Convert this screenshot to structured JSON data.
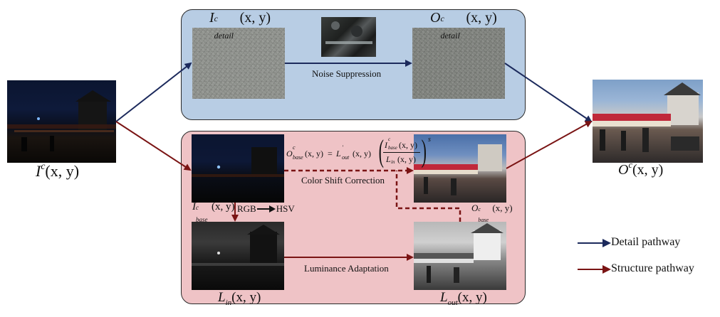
{
  "colors": {
    "detail_panel_bg": "#b8cde4",
    "structure_panel_bg": "#efc3c6",
    "detail_arrow": "#1c2a5c",
    "structure_arrow": "#7a1414"
  },
  "input": {
    "symbol": "I",
    "sup": "c",
    "args": "(x, y)"
  },
  "output": {
    "symbol": "O",
    "sup": "c",
    "args": "(x, y)"
  },
  "detail_pathway": {
    "input_label": {
      "symbol": "I",
      "sup": "c",
      "sub": "detail",
      "args": "(x, y)"
    },
    "output_label": {
      "symbol": "O",
      "sup": "c",
      "sub": "detail",
      "args": "(x, y)"
    },
    "step": "Noise Suppression"
  },
  "structure_pathway": {
    "base_label": {
      "symbol": "I",
      "sup": "c",
      "sub": "base",
      "args": "(x, y)"
    },
    "conversion": {
      "from": "RGB",
      "to": "HSV"
    },
    "lin_label": {
      "symbol": "L",
      "sub": "in",
      "args": "(x, y)"
    },
    "lout_label": {
      "symbol": "L",
      "sub": "out",
      "args": "(x, y)"
    },
    "obase_label": {
      "symbol": "O",
      "sup": "c",
      "sub": "base",
      "args": "(x, y)"
    },
    "luminance_step": "Luminance Adaptation",
    "color_step": "Color Shift Correction",
    "equation": {
      "lhs_symbol": "O",
      "lhs_sup": "c",
      "lhs_sub": "base",
      "lhs_args": "(x, y)",
      "equals": "=",
      "factor_symbol": "L",
      "factor_sup": "'",
      "factor_sub": "out",
      "factor_args": "(x, y)",
      "num_symbol": "I",
      "num_sup": "c",
      "num_sub": "base",
      "num_args": "(x, y)",
      "den_symbol": "L",
      "den_sub": "in",
      "den_args": "(x, y)",
      "exponent": "s"
    }
  },
  "legend": {
    "detail": "Detail pathway",
    "structure": "Structure pathway"
  }
}
